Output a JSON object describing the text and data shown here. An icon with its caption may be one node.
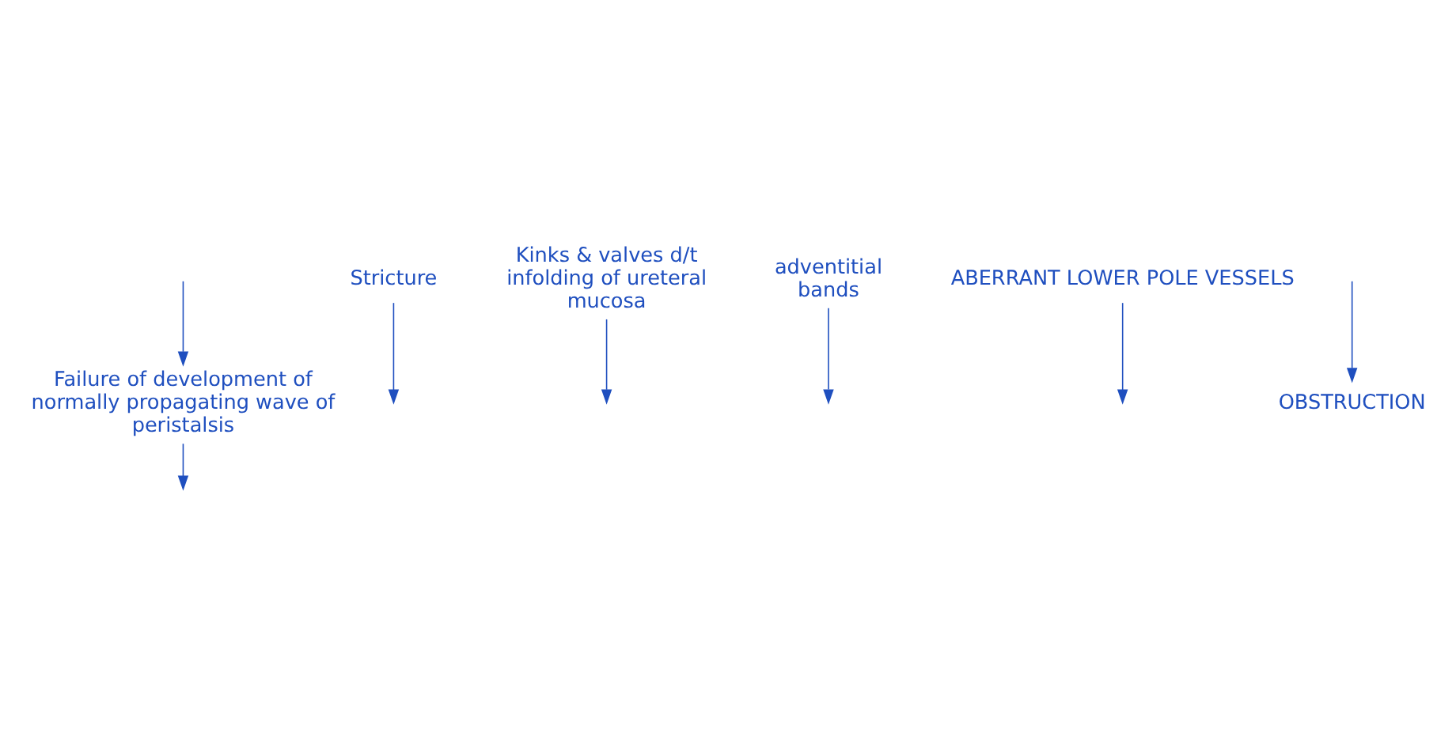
{
  "diagram": {
    "nodes": [
      {
        "text": [
          "Failure of development of normally propagating wave of peristalsis"
        ]
      },
      {
        "text": [
          "Stricture"
        ]
      },
      {
        "text": [
          "Kinks & valves d/t infolding of ureteral mucosa"
        ]
      },
      {
        "text": [
          "adventitial bands"
        ]
      },
      {
        "text": [
          "ABERRANT LOWER POLE VESSELS"
        ]
      },
      {
        "text": [
          "OBSTRUCTION"
        ]
      }
    ],
    "edges": [
      {
        "from": null,
        "to": 0,
        "arrow": "to"
      },
      {
        "from": 0,
        "to": null,
        "arrow": "to"
      },
      {
        "from": 1,
        "to": null,
        "arrow": "to"
      },
      {
        "from": 2,
        "to": null,
        "arrow": "to"
      },
      {
        "from": 3,
        "to": null,
        "arrow": "to"
      },
      {
        "from": 4,
        "to": null,
        "arrow": "to"
      },
      {
        "from": null,
        "to": 5,
        "arrow": "to"
      }
    ]
  }
}
